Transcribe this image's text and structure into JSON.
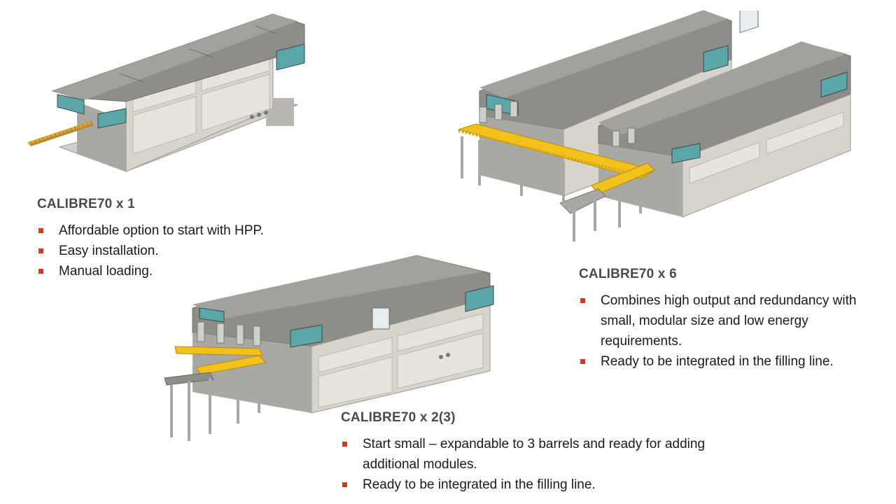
{
  "colors": {
    "bullet": "#e0301e",
    "heading": "#4a4a4a",
    "body_text": "#1a1a1a",
    "machine_body": "#8a8a86",
    "machine_panel": "#d9d7cf",
    "conveyor_product": "#f2c21b"
  },
  "sections": [
    {
      "title": "CALIBRE70 x 1",
      "bullets": [
        "Affordable option to start with HPP.",
        "Easy installation.",
        "Manual loading."
      ]
    },
    {
      "title": "CALIBRE70 x 6",
      "bullets": [
        "Combines high output and redundancy with small, modular size and low energy requirements.",
        "Ready to be integrated in the filling line."
      ]
    },
    {
      "title": "CALIBRE70 x 2(3)",
      "bullets": [
        "Start small – expandable to 3 barrels and ready for adding additional modules.",
        "Ready to be integrated in the filling line."
      ]
    }
  ]
}
